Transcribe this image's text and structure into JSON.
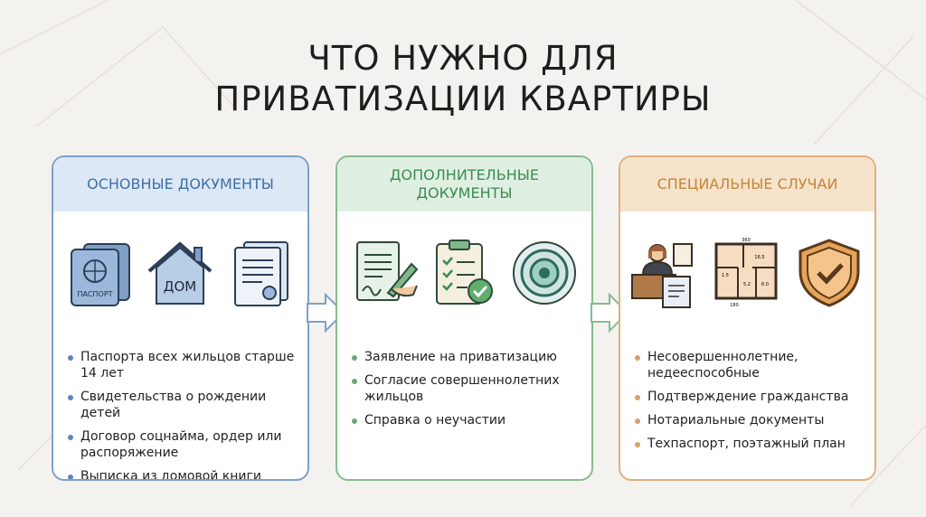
{
  "title_lines": [
    "ЧТО НУЖНО ДЛЯ",
    "ПРИВАТИЗАЦИИ КВАРТИРЫ"
  ],
  "colors": {
    "blue": "#5b86b8",
    "green": "#6aa77a",
    "orange": "#d9a066"
  },
  "cards": [
    {
      "title": "ОСНОВНЫЕ ДОКУМЕНТЫ",
      "icons": [
        "passport-icon",
        "house-icon",
        "documents-icon"
      ],
      "icon_labels": {
        "passport": "ПАСПОРТ",
        "house": "ДОМ"
      },
      "items": [
        "Паспорта всех жильцов старше 14 лет",
        "Свидетельства о рождении детей",
        "Договор соцнайма, ордер или распоряжение",
        "Выписка из домовой книги"
      ]
    },
    {
      "title": "ДОПОЛНИТЕЛЬНЫЕ ДОКУМЕНТЫ",
      "icons": [
        "signing-document-icon",
        "checklist-icon",
        "stamp-icon"
      ],
      "items": [
        "Заявление на приватизацию",
        "Согласие совершеннолетних жильцов",
        "Справка о неучастии"
      ]
    },
    {
      "title": "СПЕЦИАЛЬНЫЕ СЛУЧАИ",
      "icons": [
        "notary-icon",
        "floor-plan-icon",
        "shield-check-icon"
      ],
      "plan_labels": [
        "360",
        "16.5",
        "1.5",
        "5.2",
        "6.0",
        "180"
      ],
      "items": [
        "Несовершеннолетние, недееспособные",
        "Подтверждение гражданства",
        "Нотариальные документы",
        "Техпаспорт, поэтажный план"
      ]
    }
  ]
}
